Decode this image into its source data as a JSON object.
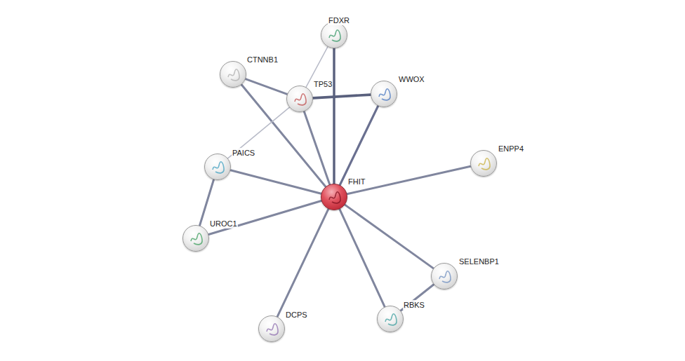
{
  "diagram": {
    "nodes": [
      {
        "text": [
          "FDXR"
        ]
      },
      {
        "text": [
          "CTNNB1"
        ]
      },
      {
        "text": [
          "TP53"
        ]
      },
      {
        "text": [
          "WWOX"
        ]
      },
      {
        "text": [
          "ENPP4"
        ]
      },
      {
        "text": [
          "PAICS"
        ]
      },
      {
        "text": [
          "FHIT"
        ]
      },
      {
        "text": [
          "UROC1"
        ]
      },
      {
        "text": [
          "SELENBP1"
        ]
      },
      {
        "text": [
          "RBKS"
        ]
      },
      {
        "text": [
          "DCPS"
        ]
      }
    ],
    "edges": [
      {
        "from": 6,
        "to": 0,
        "arrow": "none"
      },
      {
        "from": 6,
        "to": 1,
        "arrow": "none"
      },
      {
        "from": 6,
        "to": 2,
        "arrow": "none"
      },
      {
        "from": 6,
        "to": 3,
        "arrow": "none"
      },
      {
        "from": 6,
        "to": 4,
        "arrow": "none"
      },
      {
        "from": 6,
        "to": 5,
        "arrow": "none"
      },
      {
        "from": 6,
        "to": 7,
        "arrow": "none"
      },
      {
        "from": 6,
        "to": 8,
        "arrow": "none"
      },
      {
        "from": 6,
        "to": 9,
        "arrow": "none"
      },
      {
        "from": 6,
        "to": 10,
        "arrow": "none"
      },
      {
        "from": 2,
        "to": 0,
        "arrow": "none"
      },
      {
        "from": 1,
        "to": 2,
        "arrow": "none"
      },
      {
        "from": 2,
        "to": 3,
        "arrow": "none"
      },
      {
        "from": 2,
        "to": 5,
        "arrow": "none"
      },
      {
        "from": 5,
        "to": 7,
        "arrow": "none"
      },
      {
        "from": 8,
        "to": 9,
        "arrow": "none"
      }
    ]
  }
}
